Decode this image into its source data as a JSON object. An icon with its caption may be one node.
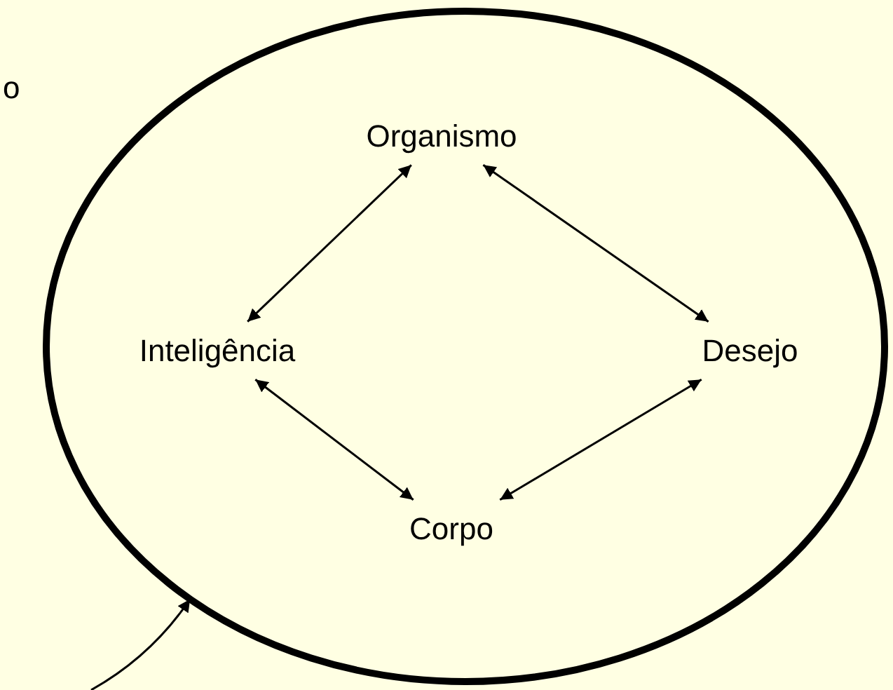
{
  "diagram": {
    "nodes": [
      {
        "text": [],
        "shape": "ellipse"
      },
      {
        "text": [
          "Organismo"
        ],
        "in": 0
      },
      {
        "text": [
          "Inteligência"
        ],
        "in": 0
      },
      {
        "text": [
          "Desejo"
        ],
        "in": 0
      },
      {
        "text": [
          "Corpo"
        ],
        "in": 0
      }
    ],
    "edges": [
      {
        "from": 1,
        "to": 2,
        "arrow": "both"
      },
      {
        "from": 1,
        "to": 3,
        "arrow": "both"
      },
      {
        "from": 2,
        "to": 4,
        "arrow": "both"
      },
      {
        "from": 3,
        "to": 4,
        "arrow": "both"
      },
      {
        "from": null,
        "to": 0,
        "arrow": "to"
      }
    ],
    "labels": [
      "o"
    ]
  }
}
